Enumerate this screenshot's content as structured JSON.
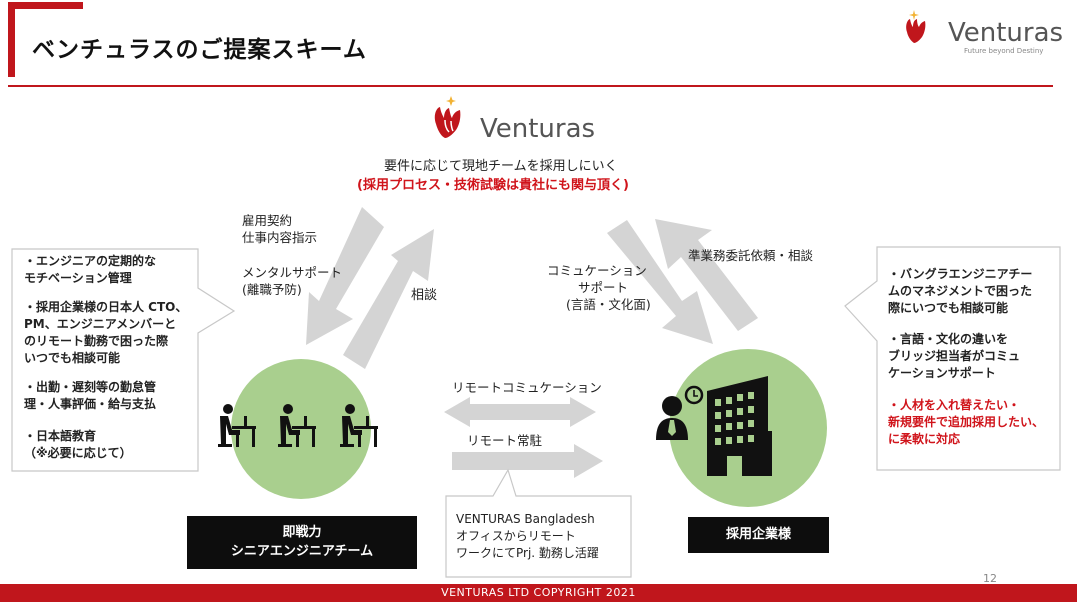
{
  "header": {
    "title": "ベンチュラスのご提案スキーム",
    "brand": "Venturas",
    "tagline": "Future beyond Destiny"
  },
  "center": {
    "brand": "Venturas",
    "line1": "要件に応じて現地チームを採用しにいく",
    "line2": "(採用プロセス・技術試験は貴社にも関与頂く)"
  },
  "left_arrows": {
    "down_label_1": "雇用契約",
    "down_label_2": "仕事内容指示",
    "down_label_3": "メンタルサポート",
    "down_label_4": "(離職予防)",
    "up_label": "相談"
  },
  "right_arrows": {
    "down_label_1": "コミュケーション",
    "down_label_2": "サポート",
    "down_label_3": "(言語・文化面)",
    "up_label": "準業務委託依頼・相談"
  },
  "left_callout": {
    "item1_l1": "・エンジニアの定期的な",
    "item1_l2": "モチベーション管理",
    "item2_l1": "・採用企業様の日本人 CTO、",
    "item2_l2": "PM、エンジニアメンバーと",
    "item2_l3": "のリモート勤務で困った際",
    "item2_l4": "いつでも相談可能",
    "item3_l1": "・出勤・遅刻等の勤怠管",
    "item3_l2": "理・人事評価・給与支払",
    "item4_l1": "・日本語教育",
    "item4_l2": "（※必要に応じて）"
  },
  "right_callout": {
    "item1_l1": "・バングラエンジニアチー",
    "item1_l2": "ムのマネジメントで困った",
    "item1_l3": "際にいつでも相談可能",
    "item2_l1": "・言語・文化の違いを",
    "item2_l2": "ブリッジ担当者がコミュ",
    "item2_l3": "ケーションサポート",
    "item3_l1": "・人材を入れ替えたい・",
    "item3_l2": "新規要件で追加採用したい、",
    "item3_l3": "に柔軟に対応"
  },
  "middle": {
    "remote_comm": "リモートコミュケーション",
    "remote_stay": "リモート常駐"
  },
  "bottom_callout": {
    "line1": "VENTURAS Bangladesh",
    "line2": "オフィスからリモート",
    "line3": "ワークにてPrj. 勤務し活躍"
  },
  "left_box": {
    "line1": "即戦力",
    "line2": "シニアエンジニアチーム"
  },
  "right_box": {
    "line1": "採用企業様"
  },
  "footer": {
    "copyright": "VENTURAS LTD COPYRIGHT 2021",
    "page": "12"
  },
  "colors": {
    "accent_red": "#c0161c",
    "circle_green": "#a9cf8e",
    "arrow_gray": "#d4d4d4"
  }
}
